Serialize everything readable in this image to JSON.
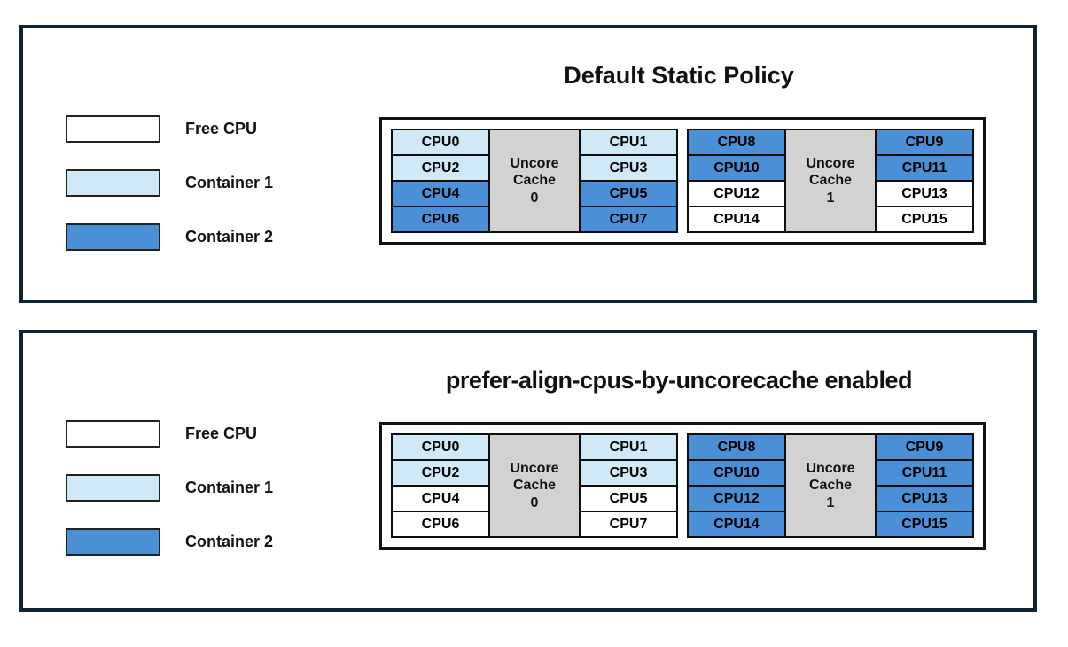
{
  "figure": {
    "colors": {
      "free": "#ffffff",
      "container1": "#cfe9f7",
      "container2": "#4b90d7",
      "cache_fill": "#d2d2d2",
      "cell_border": "#0d0d0d",
      "panel_border": "#0c2433"
    },
    "panels": [
      {
        "title": "Default Static Policy",
        "legend": [
          {
            "label": "Free CPU",
            "state": "free"
          },
          {
            "label": "Container 1",
            "state": "container1"
          },
          {
            "label": "Container 2",
            "state": "container2"
          }
        ],
        "caches": [
          {
            "label": "Uncore\nCache\n0",
            "left_cpus": [
              {
                "label": "CPU0",
                "state": "container1"
              },
              {
                "label": "CPU2",
                "state": "container1"
              },
              {
                "label": "CPU4",
                "state": "container2"
              },
              {
                "label": "CPU6",
                "state": "container2"
              }
            ],
            "right_cpus": [
              {
                "label": "CPU1",
                "state": "container1"
              },
              {
                "label": "CPU3",
                "state": "container1"
              },
              {
                "label": "CPU5",
                "state": "container2"
              },
              {
                "label": "CPU7",
                "state": "container2"
              }
            ]
          },
          {
            "label": "Uncore\nCache\n1",
            "left_cpus": [
              {
                "label": "CPU8",
                "state": "container2"
              },
              {
                "label": "CPU10",
                "state": "container2"
              },
              {
                "label": "CPU12",
                "state": "free"
              },
              {
                "label": "CPU14",
                "state": "free"
              }
            ],
            "right_cpus": [
              {
                "label": "CPU9",
                "state": "container2"
              },
              {
                "label": "CPU11",
                "state": "container2"
              },
              {
                "label": "CPU13",
                "state": "free"
              },
              {
                "label": "CPU15",
                "state": "free"
              }
            ]
          }
        ]
      },
      {
        "title": "prefer-align-cpus-by-uncorecache enabled",
        "legend": [
          {
            "label": "Free CPU",
            "state": "free"
          },
          {
            "label": "Container 1",
            "state": "container1"
          },
          {
            "label": "Container 2",
            "state": "container2"
          }
        ],
        "caches": [
          {
            "label": "Uncore\nCache\n0",
            "left_cpus": [
              {
                "label": "CPU0",
                "state": "container1"
              },
              {
                "label": "CPU2",
                "state": "container1"
              },
              {
                "label": "CPU4",
                "state": "free"
              },
              {
                "label": "CPU6",
                "state": "free"
              }
            ],
            "right_cpus": [
              {
                "label": "CPU1",
                "state": "container1"
              },
              {
                "label": "CPU3",
                "state": "container1"
              },
              {
                "label": "CPU5",
                "state": "free"
              },
              {
                "label": "CPU7",
                "state": "free"
              }
            ]
          },
          {
            "label": "Uncore\nCache\n1",
            "left_cpus": [
              {
                "label": "CPU8",
                "state": "container2"
              },
              {
                "label": "CPU10",
                "state": "container2"
              },
              {
                "label": "CPU12",
                "state": "container2"
              },
              {
                "label": "CPU14",
                "state": "container2"
              }
            ],
            "right_cpus": [
              {
                "label": "CPU9",
                "state": "container2"
              },
              {
                "label": "CPU11",
                "state": "container2"
              },
              {
                "label": "CPU13",
                "state": "container2"
              },
              {
                "label": "CPU15",
                "state": "container2"
              }
            ]
          }
        ]
      }
    ]
  }
}
